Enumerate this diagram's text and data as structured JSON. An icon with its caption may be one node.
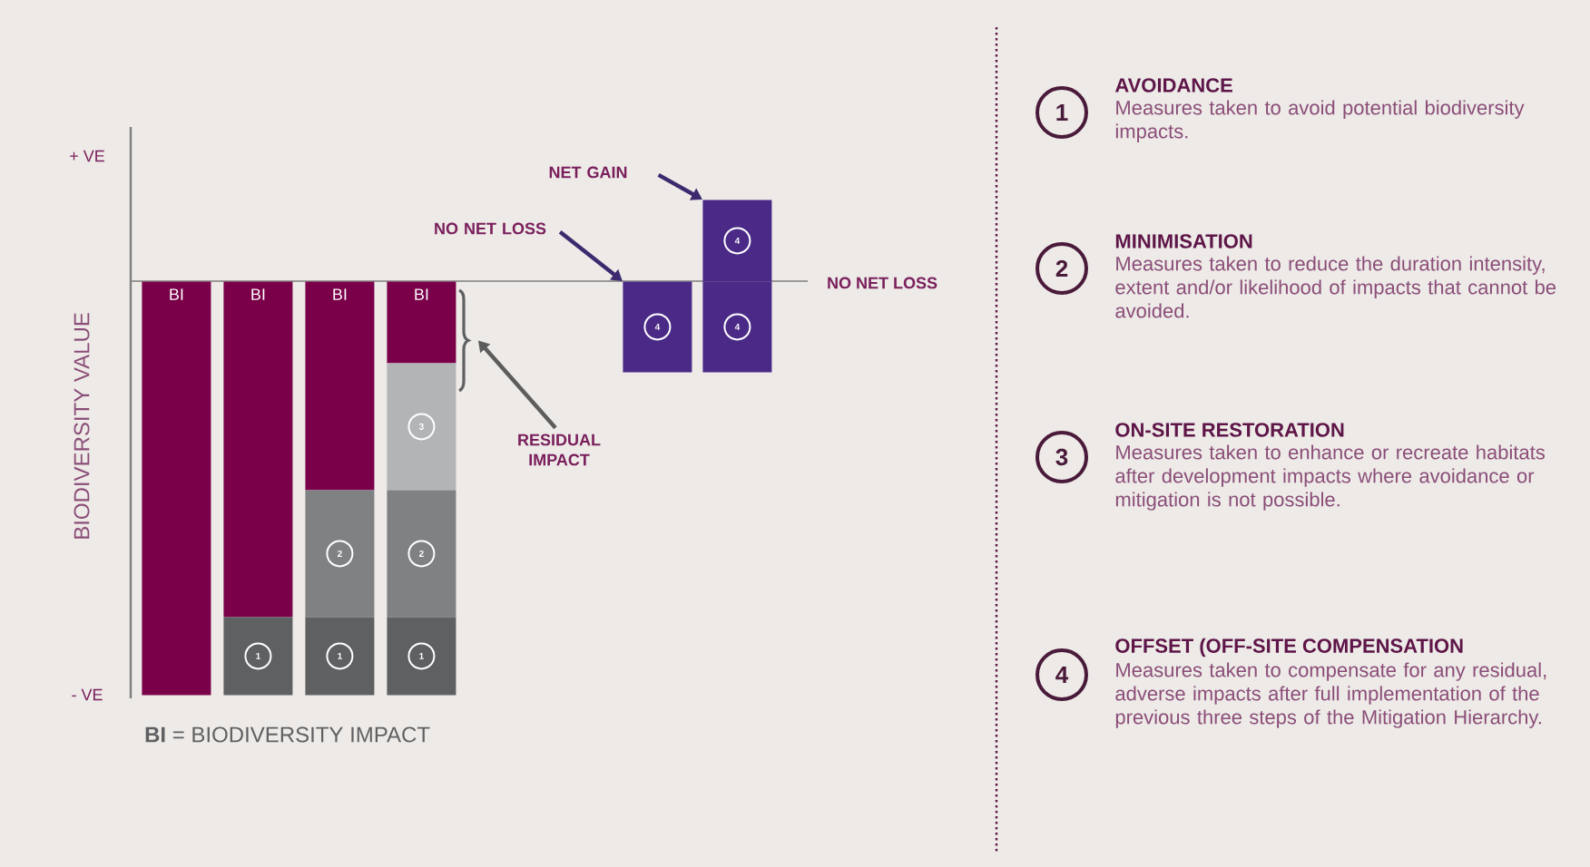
{
  "diagram": {
    "nodes": [
      {
        "text": [
          "BI"
        ]
      },
      {
        "text": [
          "BI"
        ]
      },
      {
        "text": [
          "1"
        ]
      },
      {
        "text": [
          "BI"
        ]
      },
      {
        "text": [
          "2"
        ]
      },
      {
        "text": [
          "1"
        ]
      },
      {
        "text": [
          "BI"
        ]
      },
      {
        "text": [
          "3"
        ]
      },
      {
        "text": [
          "2"
        ]
      },
      {
        "text": [
          "1"
        ]
      },
      {
        "text": [],
        "shape": "brace"
      },
      {
        "text": [
          "RESIDUAL IMPACT"
        ]
      },
      {
        "text": [
          "NO NET LOSS"
        ]
      },
      {
        "text": [
          "NET GAIN"
        ]
      },
      {
        "text": [
          "4"
        ]
      },
      {
        "text": [
          "4"
        ]
      },
      {
        "text": [
          "4"
        ]
      },
      {
        "text": [
          "1"
        ],
        "beside": [
          "AVOIDANCE",
          "Measures taken to avoid potential biodiversity impacts."
        ]
      },
      {
        "text": [
          "2"
        ],
        "beside": [
          "MINIMISATION",
          "Measures taken to reduce the duration intensity, extent and/or likelihood of impacts that cannot be avoided."
        ]
      },
      {
        "text": [
          "3"
        ],
        "beside": [
          "ON-SITE RESTORATION",
          "Measures taken to enhance or recreate habitats after development impacts where avoidance or mitigation is not possible."
        ]
      },
      {
        "text": [
          "4"
        ],
        "beside": [
          "OFFSET (OFF-SITE COMPENSATION",
          "Measures taken to compensate for any residual, adverse impacts after full implementation of the previous three steps of the Mitigation Hierarchy."
        ]
      }
    ],
    "edges": [
      {
        "from": 11,
        "to": 10,
        "arrow": "to",
        "color": "#5c5c5c"
      },
      {
        "from": 12,
        "to": 15,
        "arrow": "to"
      },
      {
        "from": 13,
        "to": 14,
        "arrow": "to"
      }
    ],
    "labels": [
      "+ VE",
      "BIODIVERSITY VALUE",
      "NO NET LOSS",
      "- VE",
      "**BI** = BIODIVERSITY IMPACT"
    ]
  }
}
